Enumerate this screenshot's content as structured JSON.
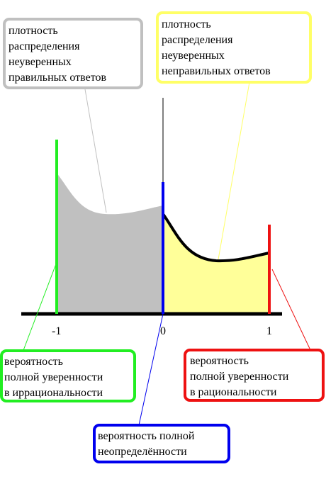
{
  "ticks": {
    "minus_one": "-1",
    "zero": "0",
    "one": "1"
  },
  "labels": {
    "correct_density": [
      "плотность",
      "распределения",
      "неуверенных",
      "правильных ответов"
    ],
    "incorrect_density": [
      "плотность",
      "распределения",
      "неуверенных",
      "неправильных ответов"
    ],
    "full_irrational": [
      "вероятность",
      "полной уверенности",
      "в иррациональности"
    ],
    "full_rational": [
      "вероятность",
      "полной уверенности",
      "в рациональности"
    ],
    "full_uncertainty": [
      "вероятность полной",
      "неопределённости"
    ]
  },
  "spikes": {
    "minus_one": 0.82,
    "zero": 0.62,
    "one": 0.42
  },
  "colors": {
    "gray_fill": "#c0c0c0",
    "gray_border": "#c0c0c0",
    "yellow_fill": "#ffff99",
    "yellow_border": "#ffff66",
    "green": "#22ee22",
    "blue": "#0000ee",
    "red": "#ee1111",
    "axis": "#000000"
  }
}
